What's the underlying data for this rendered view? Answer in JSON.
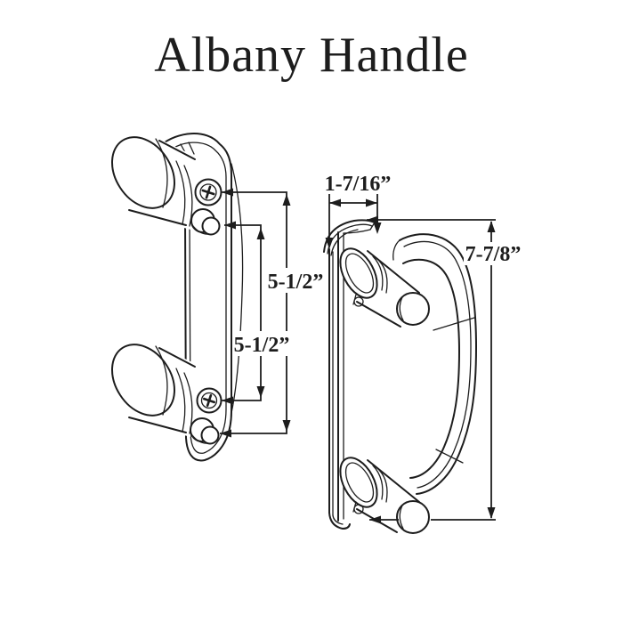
{
  "title": "Albany Handle",
  "dimensions": {
    "plate_width": "1-7/16”",
    "overall_height": "7-7/8”",
    "upper_hole_spacing": "5-1/2”",
    "lower_hole_spacing": "5-1/2”"
  },
  "colors": {
    "ink": "#1d1d1d",
    "background": "#ffffff"
  }
}
